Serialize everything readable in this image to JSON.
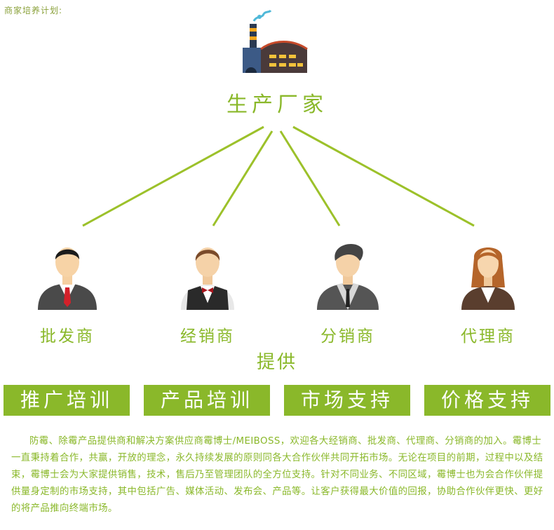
{
  "header": {
    "caption": "商家培养计划:"
  },
  "factory": {
    "label": "生产厂家",
    "icon": "factory-icon"
  },
  "roles": [
    {
      "label": "批发商",
      "icon": "businessman-red-tie-icon"
    },
    {
      "label": "经销商",
      "icon": "waiter-bowtie-icon"
    },
    {
      "label": "分销商",
      "icon": "man-vest-icon"
    },
    {
      "label": "代理商",
      "icon": "businesswoman-icon"
    }
  ],
  "provide_label": "提供",
  "support_buttons": [
    "推广培训",
    "产品培训",
    "市场支持",
    "价格支持"
  ],
  "description": "防霉、除霉产品提供商和解决方案供应商霉博士/MEIBOSS，欢迎各大经销商、批发商、代理商、分销商的加入。霉博士一直秉持着合作，共赢，开放的理念，永久持续发展的原则同各大合作伙伴共同开拓市场。无论在项目的前期，过程中以及结束，霉博士会为大家提供销售，技术，售后乃至管理团队的全方位支持。针对不同业务、不同区域，霉博士也为会合作伙伴提供量身定制的市场支持，其中包括广告、媒体活动、发布会、产品等。让客户获得最大价值的回报，协助合作伙伴更快、更好的将产品推向终端市场。",
  "colors": {
    "accent": "#8ab82a"
  }
}
